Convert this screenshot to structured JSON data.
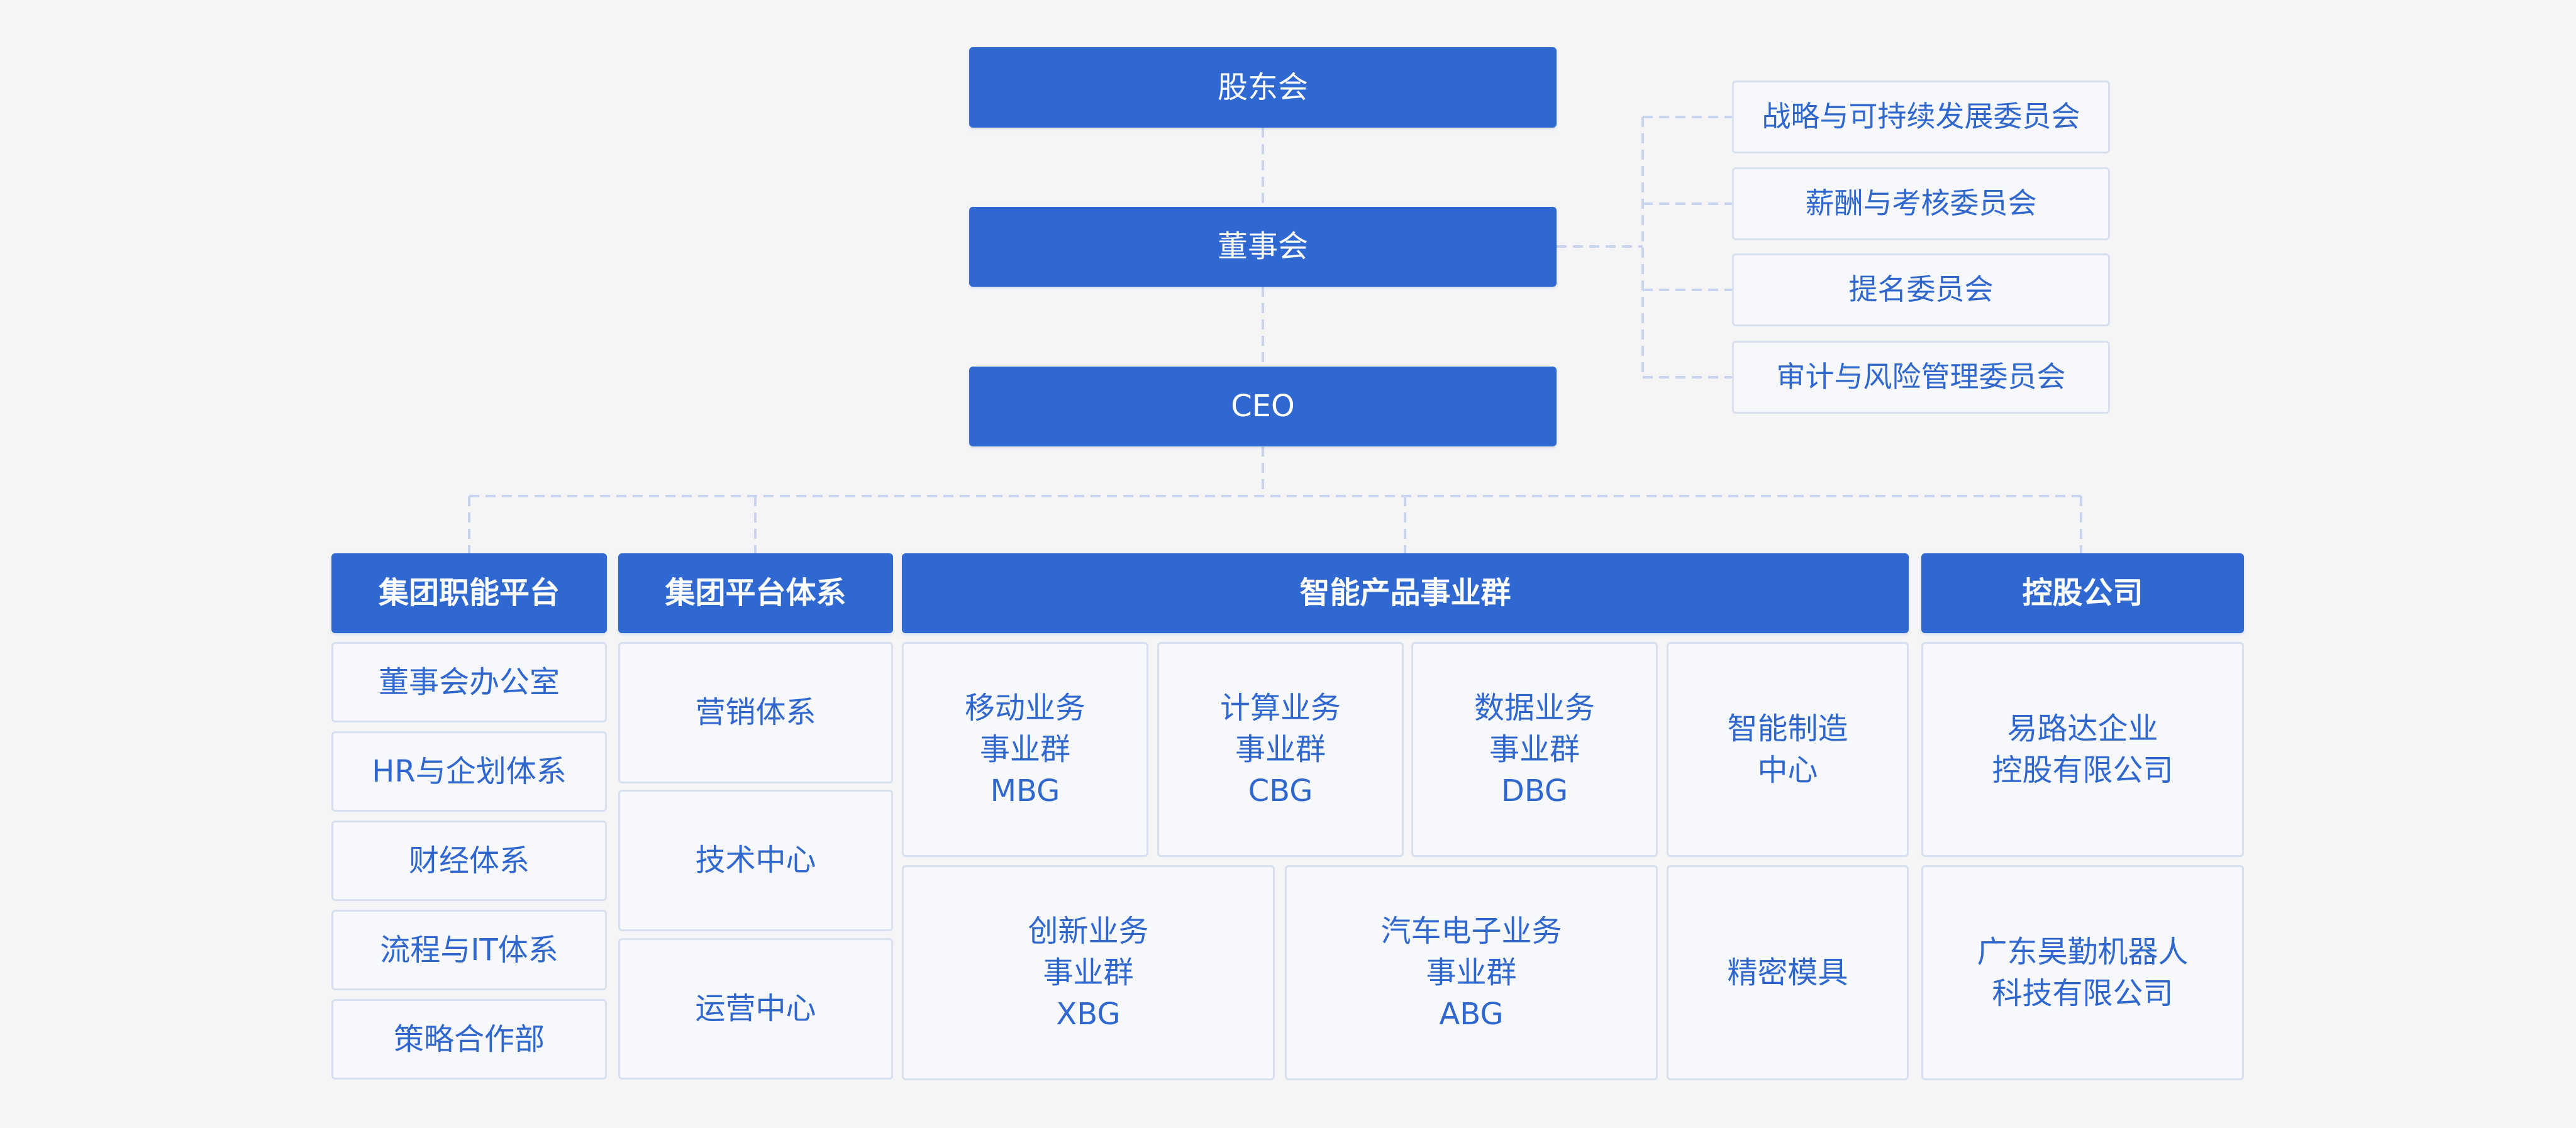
{
  "top": {
    "shareholders": "股东会",
    "board": "董事会",
    "ceo": "CEO"
  },
  "committees": [
    "战略与可持续发展委员会",
    "薪酬与考核委员会",
    "提名委员会",
    "审计与风险管理委员会"
  ],
  "divisions": {
    "functional": {
      "title": "集团职能平台",
      "items": [
        "董事会办公室",
        "HR与企划体系",
        "财经体系",
        "流程与IT体系",
        "策略合作部"
      ]
    },
    "platform": {
      "title": "集团平台体系",
      "items": [
        "营销体系",
        "技术中心",
        "运营中心"
      ]
    },
    "products": {
      "title": "智能产品事业群",
      "row1": [
        "移动业务\n事业群\nMBG",
        "计算业务\n事业群\nCBG",
        "数据业务\n事业群\nDBG",
        "智能制造\n中心"
      ],
      "row2": [
        "创新业务\n事业群\nXBG",
        "汽车电子业务\n事业群\nABG",
        "精密模具"
      ]
    },
    "holdings": {
      "title": "控股公司",
      "items": [
        "易路达企业\n控股有限公司",
        "广东昊勤机器人\n科技有限公司"
      ]
    }
  },
  "colors": {
    "primary": "#3068d2",
    "box_border": "#d6e0ee",
    "box_fill": "#f7f8fb",
    "connector": "#c9d5ee",
    "background": "#f5f5f6"
  }
}
